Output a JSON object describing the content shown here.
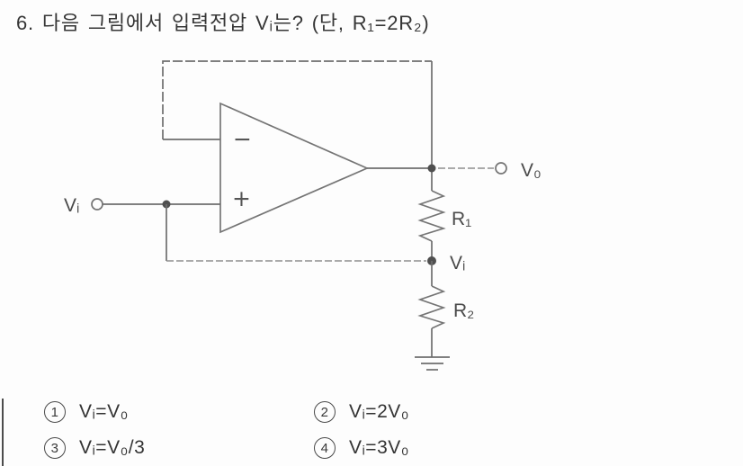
{
  "title": "6. 다음 그림에서 입력전압 Vᵢ는? (단, R₁=2R₂)",
  "circuit": {
    "input_label": "Vᵢ",
    "output_label": "V₀",
    "r1_label": "R₁",
    "mid_node_label": "Vᵢ",
    "r2_label": "R₂",
    "opamp": {
      "inverting": "−",
      "noninverting": "+"
    }
  },
  "choices": [
    {
      "num": "1",
      "label": "Vᵢ=V₀"
    },
    {
      "num": "2",
      "label": "Vᵢ=2V₀"
    },
    {
      "num": "3",
      "label": "Vᵢ=V₀/3"
    },
    {
      "num": "4",
      "label": "Vᵢ=3V₀"
    }
  ]
}
